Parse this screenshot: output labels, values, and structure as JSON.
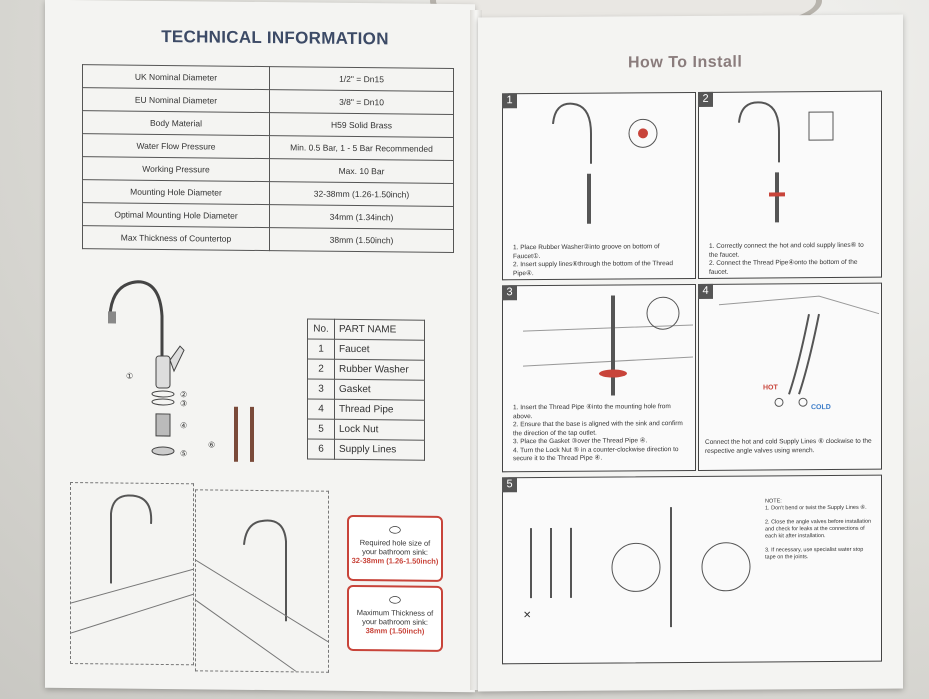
{
  "left_page": {
    "title": "TECHNICAL INFORMATION",
    "specs": [
      {
        "label": "UK Nominal Diameter",
        "value": "1/2\" = Dn15"
      },
      {
        "label": "EU Nominal Diameter",
        "value": "3/8\" = Dn10"
      },
      {
        "label": "Body Material",
        "value": "H59 Solid Brass"
      },
      {
        "label": "Water Flow Pressure",
        "value": "Min. 0.5 Bar, 1 - 5 Bar Recommended"
      },
      {
        "label": "Working Pressure",
        "value": "Max. 10 Bar"
      },
      {
        "label": "Mounting Hole Diameter",
        "value": "32-38mm (1.26-1.50inch)"
      },
      {
        "label": "Optimal Mounting Hole Diameter",
        "value": "34mm (1.34inch)"
      },
      {
        "label": "Max Thickness of Countertop",
        "value": "38mm (1.50inch)"
      }
    ],
    "parts_header": {
      "no": "No.",
      "name": "PART NAME"
    },
    "parts": [
      {
        "no": "1",
        "name": "Faucet"
      },
      {
        "no": "2",
        "name": "Rubber Washer"
      },
      {
        "no": "3",
        "name": "Gasket"
      },
      {
        "no": "4",
        "name": "Thread Pipe"
      },
      {
        "no": "5",
        "name": "Lock Nut"
      },
      {
        "no": "6",
        "name": "Supply Lines"
      }
    ],
    "hole_box": {
      "line1": "Required hole size of",
      "line2": "your bathroom sink:",
      "value": "32-38mm (1.26-1.50inch)"
    },
    "thickness_box": {
      "line1": "Maximum Thickness of",
      "line2": "your bathroom sink:",
      "value": "38mm (1.50inch)"
    },
    "callouts": [
      "①",
      "②",
      "③",
      "④",
      "⑤",
      "⑥"
    ]
  },
  "right_page": {
    "title": "How To Install",
    "steps": [
      {
        "num": "1",
        "text": "1. Place Rubber Washer②into groove on bottom of Faucet①.\n2. Insert supply lines⑥through the bottom of the Thread Pipe④."
      },
      {
        "num": "2",
        "text": "1. Correctly connect the hot and cold supply lines⑥ to the faucet.\n2. Connect the Thread Pipe④onto the bottom of the faucet."
      },
      {
        "num": "3",
        "text": "1. Insert the Thread Pipe ④into the mounting hole from above.\n2. Ensure that the base is aligned with the sink and confirm the direction of the tap outlet.\n3. Place the Gasket ③over the Thread Pipe ④.\n4. Turn the Lock Nut ⑤ in a counter-clockwise direction to secure it to the Thread Pipe ④."
      },
      {
        "num": "4",
        "text": "Connect the hot and cold Supply Lines ⑥ clockwise to the respective angle valves  using wrench.",
        "hot": "HOT",
        "cold": "COLD"
      },
      {
        "num": "5",
        "text": "NOTE:\n1. Don't bend or twist the Supply Lines ⑥.\n\n2. Close the angle valves before installation and check for leaks at the connections of each kit after installation.\n\n3. If necessary, use specialist water stop tape on the joints."
      }
    ]
  },
  "colors": {
    "title_blue": "#3c4a66",
    "accent_red": "#c8443a",
    "cold_blue": "#3a7bc8"
  }
}
